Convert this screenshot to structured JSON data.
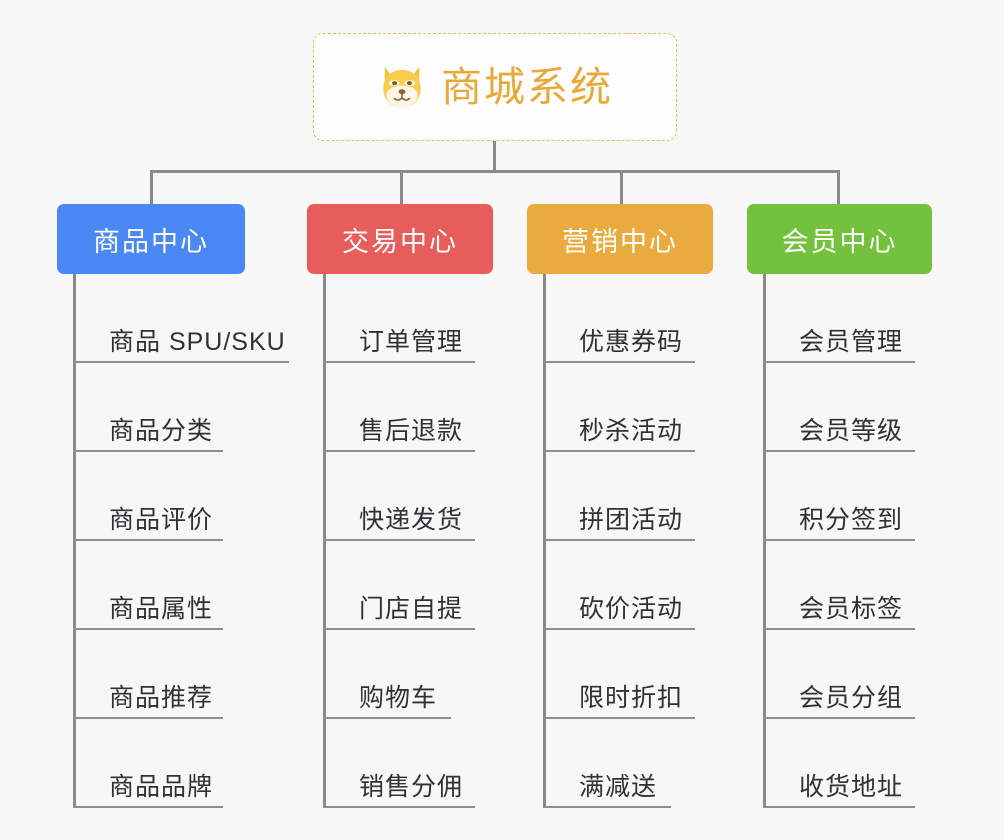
{
  "canvas": {
    "background_color": "#f7f7f7"
  },
  "root": {
    "title": "商城系统",
    "icon": "shiba-dog-face-icon",
    "text_color": "#e8a93b",
    "border_color": "#eab756",
    "background_color": "#fdfdfd"
  },
  "connector_color": "#8a8a8a",
  "columns": [
    {
      "title": "商品中心",
      "color": "#4a89f3",
      "text_color": "#ffffff",
      "items": [
        "商品 SPU/SKU",
        "商品分类",
        "商品评价",
        "商品属性",
        "商品推荐",
        "商品品牌"
      ]
    },
    {
      "title": "交易中心",
      "color": "#e75d5b",
      "text_color": "#ffffff",
      "items": [
        "订单管理",
        "售后退款",
        "快递发货",
        "门店自提",
        "购物车",
        "销售分佣"
      ]
    },
    {
      "title": "营销中心",
      "color": "#eaab3e",
      "text_color": "#ffffff",
      "items": [
        "优惠券码",
        "秒杀活动",
        "拼团活动",
        "砍价活动",
        "限时折扣",
        "满减送"
      ]
    },
    {
      "title": "会员中心",
      "color": "#73c13d",
      "text_color": "#ffffff",
      "items": [
        "会员管理",
        "会员等级",
        "积分签到",
        "会员标签",
        "会员分组",
        "收货地址"
      ]
    }
  ]
}
